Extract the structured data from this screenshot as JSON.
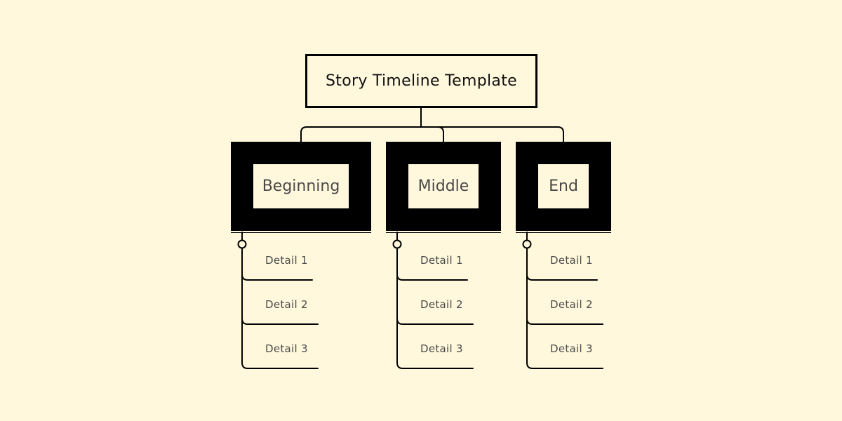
{
  "colors": {
    "background": "#fff8dc",
    "stroke": "#000000",
    "node_fill": "#000000",
    "label_text": "#4a4a4a"
  },
  "diagram": {
    "root": {
      "label": "Story Timeline Template"
    },
    "sections": [
      {
        "label": "Beginning",
        "details": [
          "Detail 1",
          "Detail 2",
          "Detail 3"
        ]
      },
      {
        "label": "Middle",
        "details": [
          "Detail 1",
          "Detail 2",
          "Detail 3"
        ]
      },
      {
        "label": "End",
        "details": [
          "Detail 1",
          "Detail 2",
          "Detail 3"
        ]
      }
    ]
  }
}
